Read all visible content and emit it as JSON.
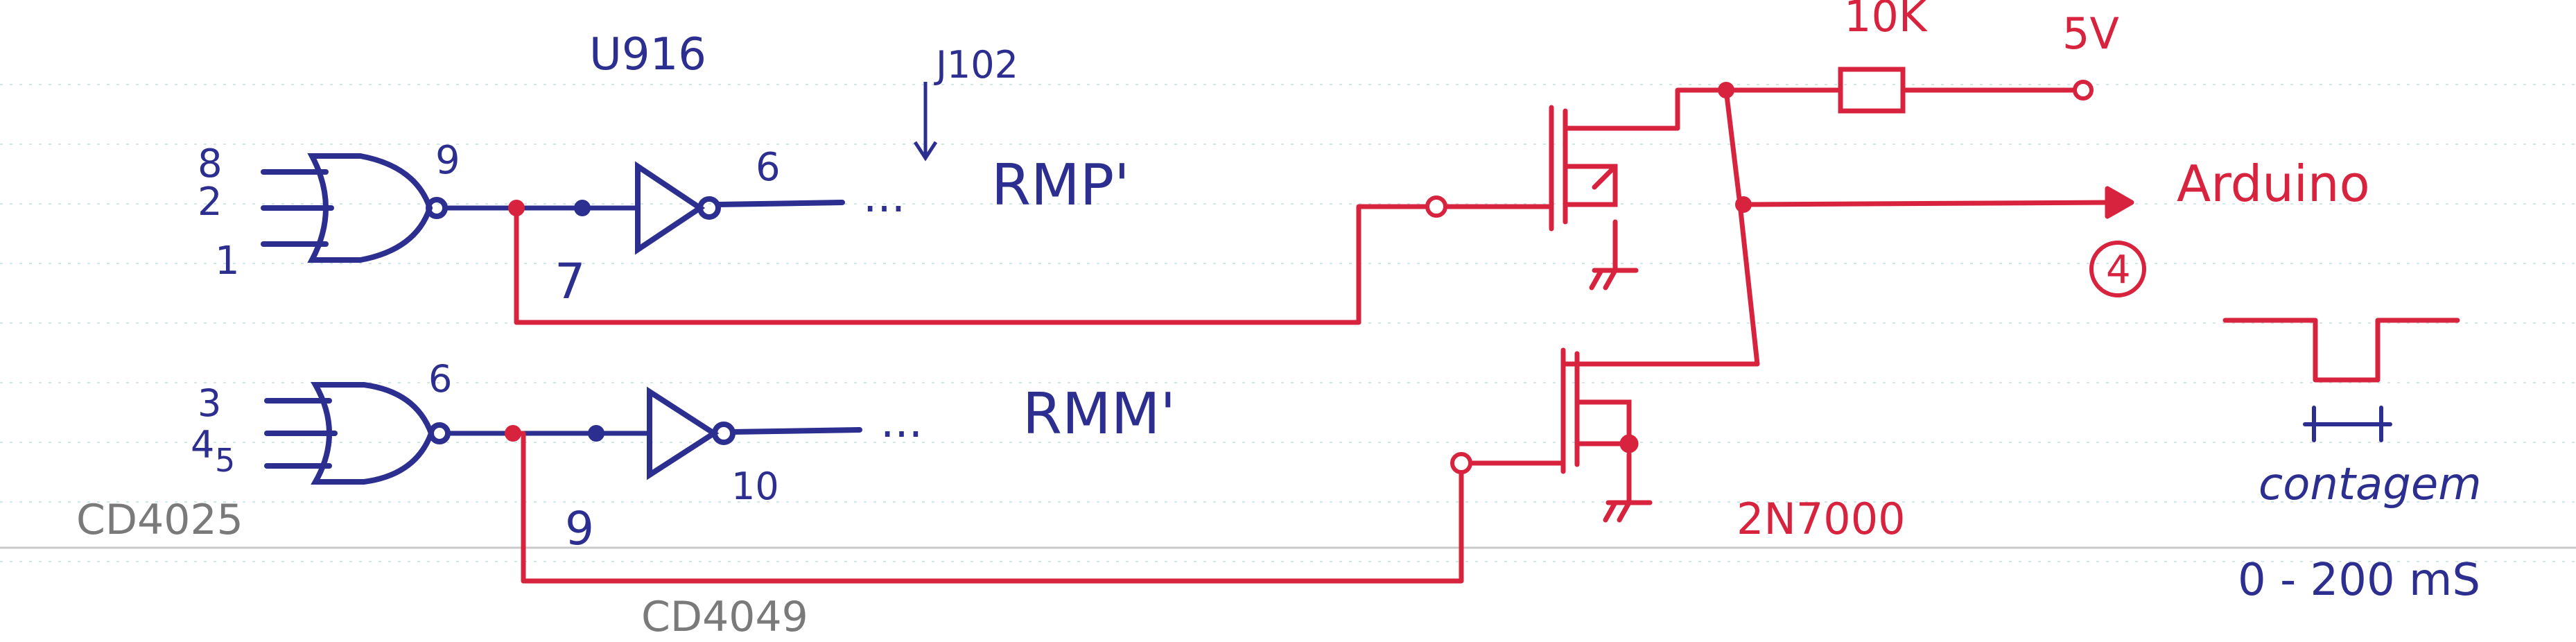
{
  "colors": {
    "blue_ink": "#2c2f8f",
    "red_ink": "#d8233e",
    "pencil": "#7a7a7a",
    "grid": "#cfe6ea"
  },
  "labels": {
    "u916": "U916",
    "j102": "J102",
    "rmp": "RMP'",
    "rmm": "RMM'",
    "dots_top": "...",
    "dots_bottom": "...",
    "gate1_in_8": "8",
    "gate1_in_2": "2",
    "gate1_in_1": "1",
    "gate1_out_9": "9",
    "inv1_in_7": "7",
    "inv1_out_6": "6",
    "gate2_in_3": "3",
    "gate2_in_4": "4",
    "gate2_in_5": "5",
    "gate2_out_6": "6",
    "inv2_in_9": "9",
    "inv2_out_10": "10",
    "cd4025": "CD4025",
    "cd4049": "CD4049",
    "resistor_10k": "10K",
    "supply_5v": "5V",
    "arduino": "Arduino",
    "arduino_pin": "4",
    "transistor": "2N7000",
    "contagem": "contagem",
    "time_range": "0 - 200 mS"
  }
}
